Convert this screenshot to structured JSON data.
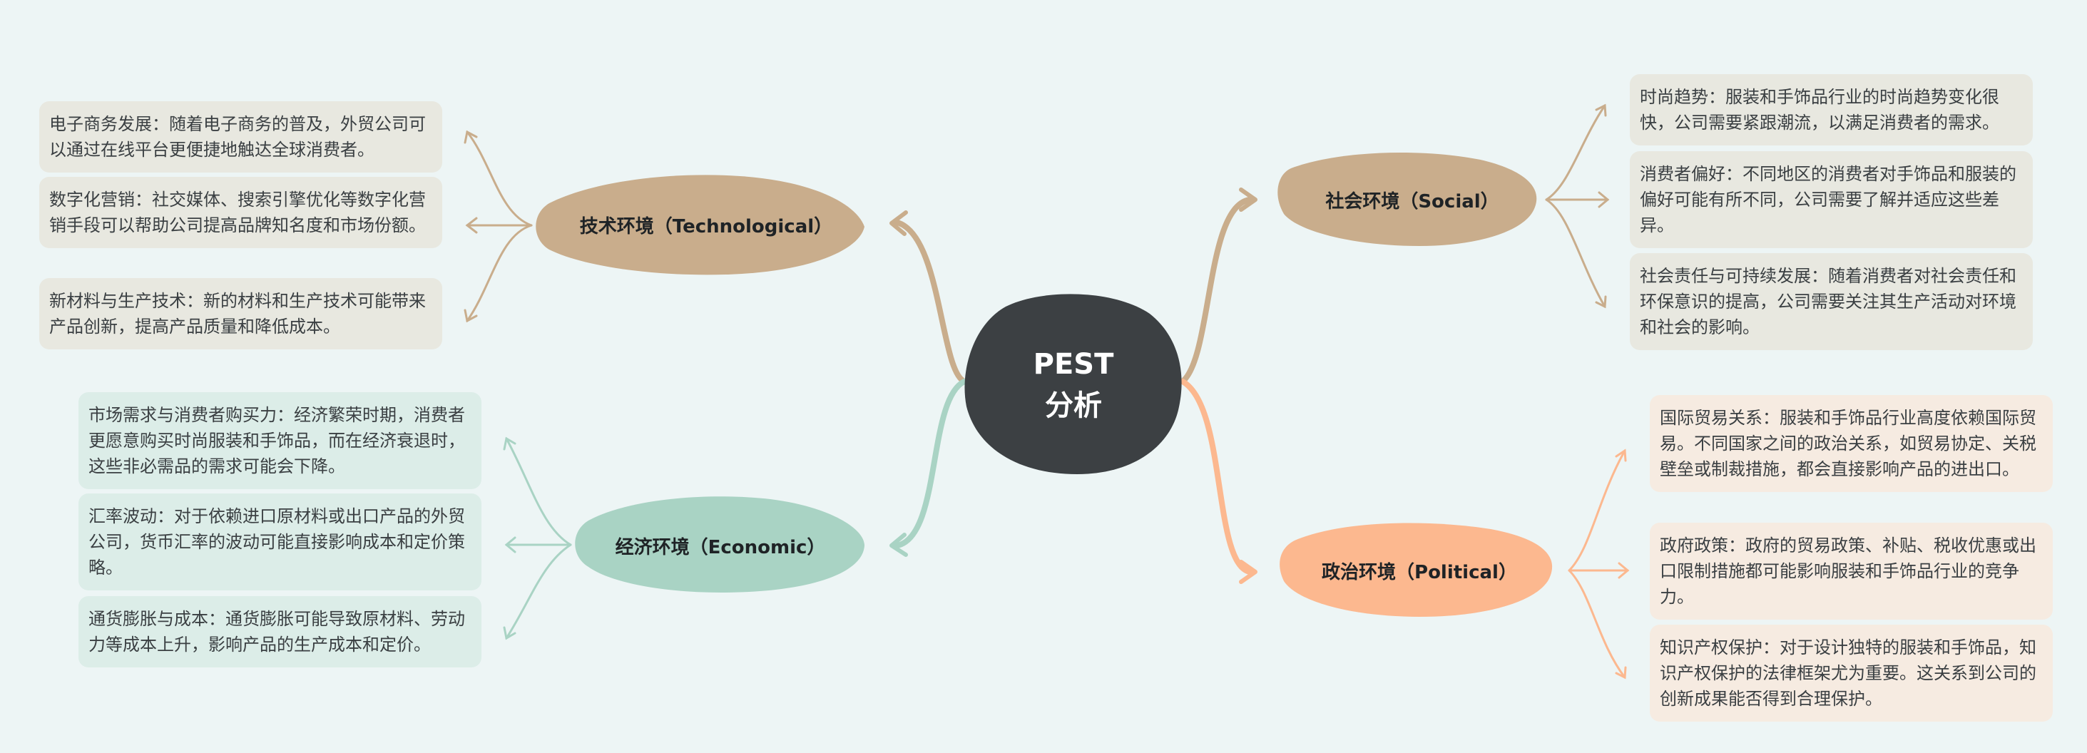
{
  "center": {
    "line1": "PEST",
    "line2": "分析"
  },
  "colors": {
    "background": "#edf5f5",
    "center": "#3c4043",
    "technological": "#c9ad8c",
    "social": "#c9ad8c",
    "economic": "#a9d3c4",
    "political": "#fcb88f"
  },
  "branches": {
    "technological": {
      "label": "技术环境（Technological）",
      "items": [
        "电子商务发展：随着电子商务的普及，外贸公司可以通过在线平台更便捷地触达全球消费者。",
        "数字化营销：社交媒体、搜索引擎优化等数字化营销手段可以帮助公司提高品牌知名度和市场份额。",
        "新材料与生产技术：新的材料和生产技术可能带来产品创新，提高产品质量和降低成本。"
      ]
    },
    "economic": {
      "label": "经济环境（Economic）",
      "items": [
        "市场需求与消费者购买力：经济繁荣时期，消费者更愿意购买时尚服装和手饰品，而在经济衰退时，这些非必需品的需求可能会下降。",
        "汇率波动：对于依赖进口原材料或出口产品的外贸公司，货币汇率的波动可能直接影响成本和定价策略。",
        "通货膨胀与成本：通货膨胀可能导致原材料、劳动力等成本上升，影响产品的生产成本和定价。"
      ]
    },
    "social": {
      "label": "社会环境（Social）",
      "items": [
        "时尚趋势：服装和手饰品行业的时尚趋势变化很快，公司需要紧跟潮流，以满足消费者的需求。",
        "消费者偏好：不同地区的消费者对手饰品和服装的偏好可能有所不同，公司需要了解并适应这些差异。",
        "社会责任与可持续发展：随着消费者对社会责任和环保意识的提高，公司需要关注其生产活动对环境和社会的影响。"
      ]
    },
    "political": {
      "label": "政治环境（Political）",
      "items": [
        "国际贸易关系：服装和手饰品行业高度依赖国际贸易。不同国家之间的政治关系，如贸易协定、关税壁垒或制裁措施，都会直接影响产品的进出口。",
        "政府政策：政府的贸易政策、补贴、税收优惠或出口限制措施都可能影响服装和手饰品行业的竞争力。",
        "知识产权保护：对于设计独特的服装和手饰品，知识产权保护的法律框架尤为重要。这关系到公司的创新成果能否得到合理保护。"
      ]
    }
  }
}
